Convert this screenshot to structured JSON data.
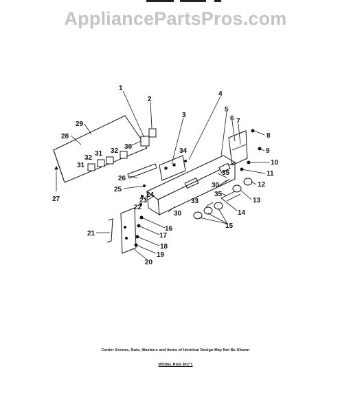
{
  "watermark": "AppliancePartsPros.com",
  "footnote": "Center Screws, Nuts, Washers and Items of Identical Design May Not Be Shown",
  "model": "MODEL RGS 30C*1",
  "part_labels": [
    "1",
    "2",
    "3",
    "4",
    "5",
    "6",
    "7",
    "8",
    "9",
    "10",
    "11",
    "12",
    "13",
    "14",
    "15",
    "16",
    "17",
    "18",
    "19",
    "20",
    "21",
    "22",
    "23",
    "24",
    "25",
    "26",
    "27",
    "28",
    "29",
    "30",
    "30",
    "31",
    "31",
    "32",
    "32",
    "33",
    "34",
    "35",
    "35",
    "36"
  ]
}
